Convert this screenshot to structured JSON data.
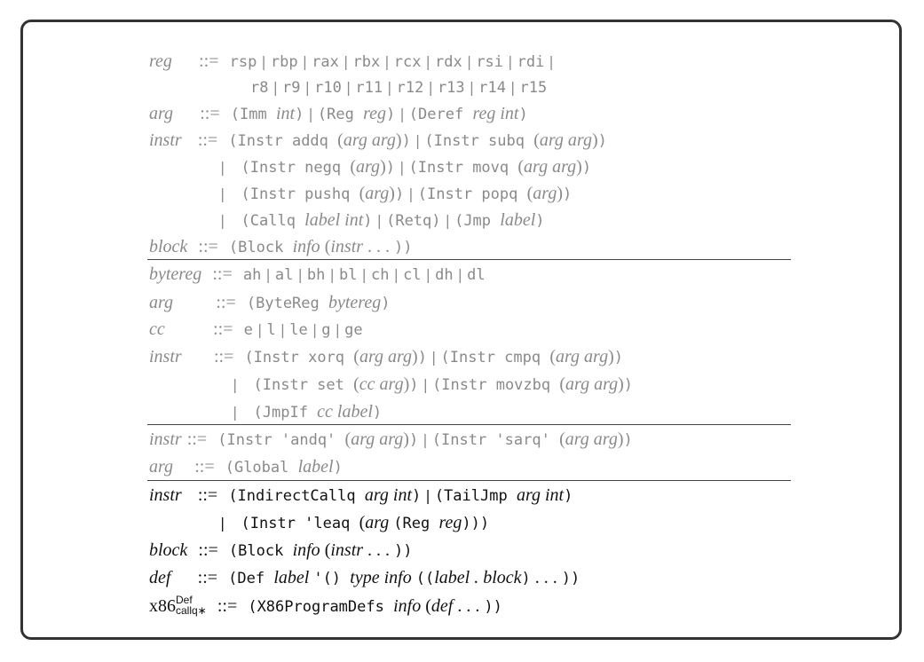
{
  "sections": [
    {
      "name": "x86-int",
      "lines": [
        [
          {
            "t": "nt",
            "v": "reg"
          },
          {
            "t": "sp",
            "v": "     "
          },
          {
            "t": "op",
            "v": "::="
          },
          {
            "t": "sp",
            "v": "  "
          },
          {
            "t": "tt",
            "v": "rsp"
          },
          {
            "t": "bar",
            "v": " | "
          },
          {
            "t": "tt",
            "v": "rbp"
          },
          {
            "t": "bar",
            "v": " | "
          },
          {
            "t": "tt",
            "v": "rax"
          },
          {
            "t": "bar",
            "v": " | "
          },
          {
            "t": "tt",
            "v": "rbx"
          },
          {
            "t": "bar",
            "v": " | "
          },
          {
            "t": "tt",
            "v": "rcx"
          },
          {
            "t": "bar",
            "v": " | "
          },
          {
            "t": "tt",
            "v": "rdx"
          },
          {
            "t": "bar",
            "v": " | "
          },
          {
            "t": "tt",
            "v": "rsi"
          },
          {
            "t": "bar",
            "v": " | "
          },
          {
            "t": "tt",
            "v": "rdi"
          },
          {
            "t": "bar",
            "v": " |"
          }
        ],
        [
          {
            "t": "tt",
            "v": "r8"
          },
          {
            "t": "bar",
            "v": " | "
          },
          {
            "t": "tt",
            "v": "r9"
          },
          {
            "t": "bar",
            "v": " | "
          },
          {
            "t": "tt",
            "v": "r10"
          },
          {
            "t": "bar",
            "v": " | "
          },
          {
            "t": "tt",
            "v": "r11"
          },
          {
            "t": "bar",
            "v": " | "
          },
          {
            "t": "tt",
            "v": "r12"
          },
          {
            "t": "bar",
            "v": " | "
          },
          {
            "t": "tt",
            "v": "r13"
          },
          {
            "t": "bar",
            "v": " | "
          },
          {
            "t": "tt",
            "v": "r14"
          },
          {
            "t": "bar",
            "v": " | "
          },
          {
            "t": "tt",
            "v": "r15"
          }
        ],
        [
          {
            "t": "nt",
            "v": "arg"
          },
          {
            "t": "sp",
            "v": "     "
          },
          {
            "t": "op",
            "v": "::="
          },
          {
            "t": "sp",
            "v": "  "
          },
          {
            "t": "tt",
            "v": "(Imm "
          },
          {
            "t": "it",
            "v": "int"
          },
          {
            "t": "tt",
            "v": ")"
          },
          {
            "t": "bar",
            "v": " | "
          },
          {
            "t": "tt",
            "v": "(Reg "
          },
          {
            "t": "it",
            "v": "reg"
          },
          {
            "t": "tt",
            "v": ")"
          },
          {
            "t": "bar",
            "v": " | "
          },
          {
            "t": "tt",
            "v": "(Deref "
          },
          {
            "t": "it",
            "v": "reg int"
          },
          {
            "t": "tt",
            "v": ")"
          }
        ],
        [
          {
            "t": "nt",
            "v": "instr"
          },
          {
            "t": "sp",
            "v": "   "
          },
          {
            "t": "op",
            "v": "::="
          },
          {
            "t": "sp",
            "v": "  "
          },
          {
            "t": "tt",
            "v": "(Instr addq "
          },
          {
            "t": "rm",
            "v": "("
          },
          {
            "t": "it",
            "v": "arg arg"
          },
          {
            "t": "rm",
            "v": ")"
          },
          {
            "t": "tt",
            "v": ")"
          },
          {
            "t": "bar",
            "v": " | "
          },
          {
            "t": "tt",
            "v": "(Instr subq "
          },
          {
            "t": "rm",
            "v": "("
          },
          {
            "t": "it",
            "v": "arg arg"
          },
          {
            "t": "rm",
            "v": ")"
          },
          {
            "t": "tt",
            "v": ")"
          }
        ],
        [
          {
            "t": "bar",
            "v": "|"
          },
          {
            "t": "sp",
            "v": "   "
          },
          {
            "t": "tt",
            "v": "(Instr negq "
          },
          {
            "t": "rm",
            "v": "("
          },
          {
            "t": "it",
            "v": "arg"
          },
          {
            "t": "rm",
            "v": ")"
          },
          {
            "t": "tt",
            "v": ")"
          },
          {
            "t": "bar",
            "v": " | "
          },
          {
            "t": "tt",
            "v": "(Instr movq "
          },
          {
            "t": "rm",
            "v": "("
          },
          {
            "t": "it",
            "v": "arg arg"
          },
          {
            "t": "rm",
            "v": ")"
          },
          {
            "t": "tt",
            "v": ")"
          }
        ],
        [
          {
            "t": "bar",
            "v": "|"
          },
          {
            "t": "sp",
            "v": "   "
          },
          {
            "t": "tt",
            "v": "(Instr pushq "
          },
          {
            "t": "rm",
            "v": "("
          },
          {
            "t": "it",
            "v": "arg"
          },
          {
            "t": "rm",
            "v": ")"
          },
          {
            "t": "tt",
            "v": ")"
          },
          {
            "t": "bar",
            "v": " | "
          },
          {
            "t": "tt",
            "v": "(Instr popq "
          },
          {
            "t": "rm",
            "v": "("
          },
          {
            "t": "it",
            "v": "arg"
          },
          {
            "t": "rm",
            "v": ")"
          },
          {
            "t": "tt",
            "v": ")"
          }
        ],
        [
          {
            "t": "bar",
            "v": "|"
          },
          {
            "t": "sp",
            "v": "   "
          },
          {
            "t": "tt",
            "v": "(Callq "
          },
          {
            "t": "it",
            "v": "label int"
          },
          {
            "t": "tt",
            "v": ")"
          },
          {
            "t": "bar",
            "v": " | "
          },
          {
            "t": "tt",
            "v": "(Retq)"
          },
          {
            "t": "bar",
            "v": " | "
          },
          {
            "t": "tt",
            "v": "(Jmp "
          },
          {
            "t": "it",
            "v": "label"
          },
          {
            "t": "tt",
            "v": ")"
          }
        ],
        [
          {
            "t": "nt",
            "v": "block"
          },
          {
            "t": "sp",
            "v": "  "
          },
          {
            "t": "op",
            "v": "::="
          },
          {
            "t": "sp",
            "v": "  "
          },
          {
            "t": "tt",
            "v": "(Block "
          },
          {
            "t": "it",
            "v": "info "
          },
          {
            "t": "rm",
            "v": "("
          },
          {
            "t": "it",
            "v": "instr"
          },
          {
            "t": "rm",
            "v": " . . . "
          },
          {
            "t": "tt",
            "v": "))"
          }
        ]
      ]
    },
    {
      "name": "x86-if",
      "lines": [
        [
          {
            "t": "nt",
            "v": "bytereg"
          },
          {
            "t": "sp",
            "v": "  "
          },
          {
            "t": "op",
            "v": "::="
          },
          {
            "t": "sp",
            "v": "  "
          },
          {
            "t": "tt",
            "v": "ah"
          },
          {
            "t": "bar",
            "v": " | "
          },
          {
            "t": "tt",
            "v": "al"
          },
          {
            "t": "bar",
            "v": " | "
          },
          {
            "t": "tt",
            "v": "bh"
          },
          {
            "t": "bar",
            "v": " | "
          },
          {
            "t": "tt",
            "v": "bl"
          },
          {
            "t": "bar",
            "v": " | "
          },
          {
            "t": "tt",
            "v": "ch"
          },
          {
            "t": "bar",
            "v": " | "
          },
          {
            "t": "tt",
            "v": "cl"
          },
          {
            "t": "bar",
            "v": " | "
          },
          {
            "t": "tt",
            "v": "dh"
          },
          {
            "t": "bar",
            "v": " | "
          },
          {
            "t": "tt",
            "v": "dl"
          }
        ],
        [
          {
            "t": "nt",
            "v": "arg"
          },
          {
            "t": "sp",
            "v": "        "
          },
          {
            "t": "op",
            "v": "::="
          },
          {
            "t": "sp",
            "v": "  "
          },
          {
            "t": "tt",
            "v": "(ByteReg "
          },
          {
            "t": "it",
            "v": "bytereg"
          },
          {
            "t": "tt",
            "v": ")"
          }
        ],
        [
          {
            "t": "nt",
            "v": "cc"
          },
          {
            "t": "sp",
            "v": "         "
          },
          {
            "t": "op",
            "v": "::="
          },
          {
            "t": "sp",
            "v": "  "
          },
          {
            "t": "tt",
            "v": "e"
          },
          {
            "t": "bar",
            "v": " | "
          },
          {
            "t": "tt",
            "v": "l"
          },
          {
            "t": "bar",
            "v": " | "
          },
          {
            "t": "tt",
            "v": "le"
          },
          {
            "t": "bar",
            "v": " | "
          },
          {
            "t": "tt",
            "v": "g"
          },
          {
            "t": "bar",
            "v": " | "
          },
          {
            "t": "tt",
            "v": "ge"
          }
        ],
        [
          {
            "t": "nt",
            "v": "instr"
          },
          {
            "t": "sp",
            "v": "      "
          },
          {
            "t": "op",
            "v": "::="
          },
          {
            "t": "sp",
            "v": "  "
          },
          {
            "t": "tt",
            "v": "(Instr xorq "
          },
          {
            "t": "rm",
            "v": "("
          },
          {
            "t": "it",
            "v": "arg arg"
          },
          {
            "t": "rm",
            "v": ")"
          },
          {
            "t": "tt",
            "v": ")"
          },
          {
            "t": "bar",
            "v": " | "
          },
          {
            "t": "tt",
            "v": "(Instr cmpq "
          },
          {
            "t": "rm",
            "v": "("
          },
          {
            "t": "it",
            "v": "arg arg"
          },
          {
            "t": "rm",
            "v": ")"
          },
          {
            "t": "tt",
            "v": ")"
          }
        ],
        [
          {
            "t": "bar",
            "v": "|"
          },
          {
            "t": "sp",
            "v": "   "
          },
          {
            "t": "tt",
            "v": "(Instr set "
          },
          {
            "t": "rm",
            "v": "("
          },
          {
            "t": "it",
            "v": "cc arg"
          },
          {
            "t": "rm",
            "v": ")"
          },
          {
            "t": "tt",
            "v": ")"
          },
          {
            "t": "bar",
            "v": " | "
          },
          {
            "t": "tt",
            "v": "(Instr movzbq "
          },
          {
            "t": "rm",
            "v": "("
          },
          {
            "t": "it",
            "v": "arg arg"
          },
          {
            "t": "rm",
            "v": ")"
          },
          {
            "t": "tt",
            "v": ")"
          }
        ],
        [
          {
            "t": "bar",
            "v": "|"
          },
          {
            "t": "sp",
            "v": "   "
          },
          {
            "t": "tt",
            "v": "(JmpIf "
          },
          {
            "t": "it",
            "v": "cc label"
          },
          {
            "t": "tt",
            "v": ")"
          }
        ]
      ]
    },
    {
      "name": "x86-tuples",
      "lines": [
        [
          {
            "t": "nt",
            "v": "instr"
          },
          {
            "t": "sp",
            "v": " "
          },
          {
            "t": "op",
            "v": "::="
          },
          {
            "t": "sp",
            "v": "  "
          },
          {
            "t": "tt",
            "v": "(Instr 'andq' "
          },
          {
            "t": "rm",
            "v": "("
          },
          {
            "t": "it",
            "v": "arg arg"
          },
          {
            "t": "rm",
            "v": ")"
          },
          {
            "t": "tt",
            "v": ")"
          },
          {
            "t": "bar",
            "v": " | "
          },
          {
            "t": "tt",
            "v": "(Instr 'sarq' "
          },
          {
            "t": "rm",
            "v": "("
          },
          {
            "t": "it",
            "v": "arg arg"
          },
          {
            "t": "rm",
            "v": ")"
          },
          {
            "t": "tt",
            "v": ")"
          }
        ],
        [
          {
            "t": "nt",
            "v": "arg"
          },
          {
            "t": "sp",
            "v": "    "
          },
          {
            "t": "op",
            "v": "::="
          },
          {
            "t": "sp",
            "v": "  "
          },
          {
            "t": "tt",
            "v": "(Global "
          },
          {
            "t": "it",
            "v": "label"
          },
          {
            "t": "tt",
            "v": ")"
          }
        ]
      ]
    },
    {
      "name": "x86-callq",
      "dark": true,
      "lines": [
        [
          {
            "t": "nt",
            "v": "instr"
          },
          {
            "t": "sp",
            "v": "   "
          },
          {
            "t": "op",
            "v": "::="
          },
          {
            "t": "sp",
            "v": "  "
          },
          {
            "t": "tt",
            "v": "(IndirectCallq "
          },
          {
            "t": "it",
            "v": "arg int"
          },
          {
            "t": "tt",
            "v": ")"
          },
          {
            "t": "bar",
            "v": " | "
          },
          {
            "t": "tt",
            "v": "(TailJmp "
          },
          {
            "t": "it",
            "v": "arg int"
          },
          {
            "t": "tt",
            "v": ")"
          }
        ],
        [
          {
            "t": "bar",
            "v": "|"
          },
          {
            "t": "sp",
            "v": "   "
          },
          {
            "t": "tt",
            "v": "(Instr 'leaq "
          },
          {
            "t": "rm",
            "v": "("
          },
          {
            "t": "it",
            "v": "arg "
          },
          {
            "t": "tt",
            "v": "(Reg "
          },
          {
            "t": "it",
            "v": "reg"
          },
          {
            "t": "tt",
            "v": ")))"
          }
        ],
        [
          {
            "t": "nt",
            "v": "block"
          },
          {
            "t": "sp",
            "v": "  "
          },
          {
            "t": "op",
            "v": "::="
          },
          {
            "t": "sp",
            "v": "  "
          },
          {
            "t": "tt",
            "v": "(Block "
          },
          {
            "t": "it",
            "v": "info "
          },
          {
            "t": "rm",
            "v": "("
          },
          {
            "t": "it",
            "v": "instr"
          },
          {
            "t": "rm",
            "v": " . . . "
          },
          {
            "t": "tt",
            "v": "))"
          }
        ],
        [
          {
            "t": "nt",
            "v": "def"
          },
          {
            "t": "sp",
            "v": "     "
          },
          {
            "t": "op",
            "v": "::="
          },
          {
            "t": "sp",
            "v": "  "
          },
          {
            "t": "tt",
            "v": "(Def "
          },
          {
            "t": "it",
            "v": "label "
          },
          {
            "t": "tt",
            "v": "'() "
          },
          {
            "t": "it",
            "v": "type info "
          },
          {
            "t": "tt",
            "v": "(("
          },
          {
            "t": "it",
            "v": "label . block"
          },
          {
            "t": "tt",
            "v": ")"
          },
          {
            "t": "rm",
            "v": " . . . "
          },
          {
            "t": "tt",
            "v": "))"
          }
        ],
        [
          {
            "t": "x86",
            "v": "x86"
          },
          {
            "t": "supsub",
            "sup": "Def",
            "sub": "callq∗"
          },
          {
            "t": "sp",
            "v": "  "
          },
          {
            "t": "op",
            "v": "::="
          },
          {
            "t": "sp",
            "v": "  "
          },
          {
            "t": "tt",
            "v": "(X86ProgramDefs "
          },
          {
            "t": "it",
            "v": "info "
          },
          {
            "t": "rm",
            "v": "("
          },
          {
            "t": "it",
            "v": "def"
          },
          {
            "t": "rm",
            "v": " . . . "
          },
          {
            "t": "tt",
            "v": "))"
          }
        ]
      ]
    }
  ]
}
